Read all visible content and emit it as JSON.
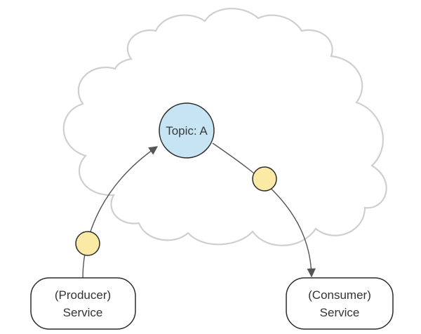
{
  "topic": {
    "label": "Topic: A"
  },
  "producer": {
    "line1": "(Producer)",
    "line2": "Service"
  },
  "consumer": {
    "line1": "(Consumer)",
    "line2": "Service"
  },
  "colors": {
    "topic_fill": "#c6e4f4",
    "topic_stroke": "#2b2b2b",
    "message_fill": "#fbeaa6",
    "message_stroke": "#2b2b2b",
    "cloud_stroke": "#cfcfcf",
    "arrow": "#555555",
    "service_stroke": "#2b2b2b"
  }
}
